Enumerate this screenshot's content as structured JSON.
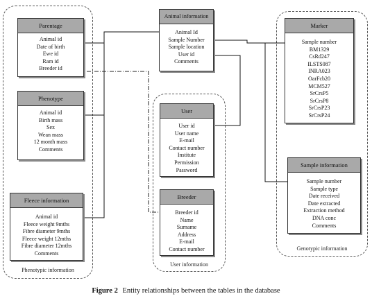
{
  "groups": {
    "phenotypic": "Phenotypic information",
    "user": "User information",
    "genotypic": "Genotypic information"
  },
  "tables": {
    "parentage": {
      "title": "Parentage",
      "fields": [
        "Animal id",
        "Date of birth",
        "Ewe id",
        "Ram id",
        "Breeder id"
      ]
    },
    "phenotype": {
      "title": "Phenotype",
      "fields": [
        "Animal id",
        "Birth mass",
        "Sex",
        "Wean mass",
        "12 month mass",
        "Comments"
      ]
    },
    "fleece": {
      "title": "Fleece information",
      "fields": [
        "Animal id",
        "Fleece weight 9mths",
        "Fibre diameter 9mths",
        "Fleece weight 12mths",
        "Fibre diameter 12mths",
        "Comments"
      ]
    },
    "animal": {
      "title": "Animal information",
      "fields": [
        "Animal Id",
        "Sample Number",
        "Sample location",
        "User id",
        "Comments"
      ]
    },
    "user": {
      "title": "User",
      "fields": [
        "User id",
        "User name",
        "E-mail",
        "Contact number",
        "Institute",
        "Permission",
        "Password"
      ]
    },
    "breeder": {
      "title": "Breeder",
      "fields": [
        "Breeder id",
        "Name",
        "Surname",
        "Address",
        "E-mail",
        "Contact number"
      ]
    },
    "marker": {
      "title": "Marker",
      "fields": [
        "Sample number",
        "BM1329",
        "CsRd247",
        "ILSTS087",
        "INRA023",
        "OarFcb20",
        "MCM527",
        "SrCrsP5",
        "SrCrsP8",
        "SrCrsP23",
        "SrCrsP24"
      ]
    },
    "sample": {
      "title": "Sample information",
      "fields": [
        "Sample number",
        "Sample type",
        "Date received",
        "Date extracted",
        "Extraction method",
        "DNA conc",
        "Comments"
      ]
    }
  },
  "caption": {
    "figure": "Figure 2",
    "text": "Entity relationships between the tables in the database"
  }
}
